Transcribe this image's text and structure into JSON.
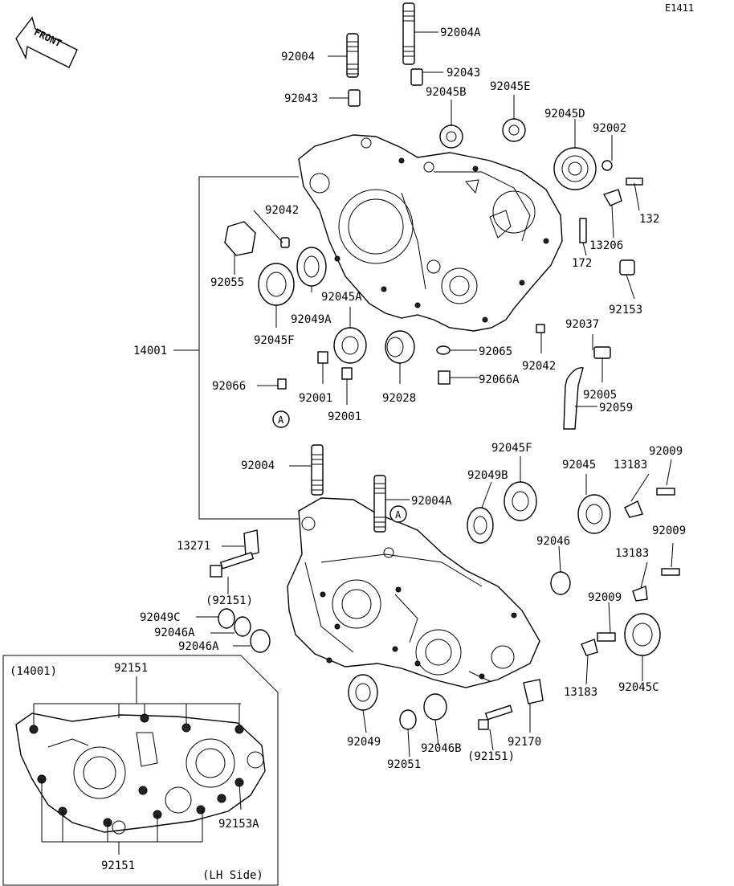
{
  "code": "E1411",
  "front_label": "FRONT",
  "callout_letter": "A",
  "labels": {
    "p92004_top": "92004",
    "p92004A_top": "92004A",
    "p92043_a": "92043",
    "p92043_b": "92043",
    "p92045B": "92045B",
    "p92045E": "92045E",
    "p92045D": "92045D",
    "p92002": "92002",
    "p132": "132",
    "p13206": "13206",
    "p172": "172",
    "p92153": "92153",
    "p92042_a": "92042",
    "p92055": "92055",
    "p92049A": "92049A",
    "p92045A": "92045A",
    "p92045F_top": "92045F",
    "p14001": "14001",
    "p92066": "92066",
    "p92001_a": "92001",
    "p92001_b": "92001",
    "p92028": "92028",
    "p92065": "92065",
    "p92042_b": "92042",
    "p92037": "92037",
    "p92066A": "92066A",
    "p92005": "92005",
    "p92059": "92059",
    "p92004_mid": "92004",
    "p92004A_mid": "92004A",
    "p92049B": "92049B",
    "p92045F_mid": "92045F",
    "p92045": "92045",
    "p13183_a": "13183",
    "p92009_a": "92009",
    "p13271": "13271",
    "p92151_paren_a": "(92151)",
    "p92046": "92046",
    "p92009_b": "92009",
    "p13183_b": "13183",
    "p92049C": "92049C",
    "p92046A_a": "92046A",
    "p92046A_b": "92046A",
    "p92009_c": "92009",
    "p13183_c": "13183",
    "p92045C": "92045C",
    "p92049": "92049",
    "p92046B": "92046B",
    "p92051": "92051",
    "p92151_paren_b": "(92151)",
    "p92170": "92170"
  },
  "inset": {
    "title": "(14001)",
    "top_label": "92151",
    "bottom_label": "92151",
    "side_label": "92153A",
    "caption": "(LH Side)"
  }
}
